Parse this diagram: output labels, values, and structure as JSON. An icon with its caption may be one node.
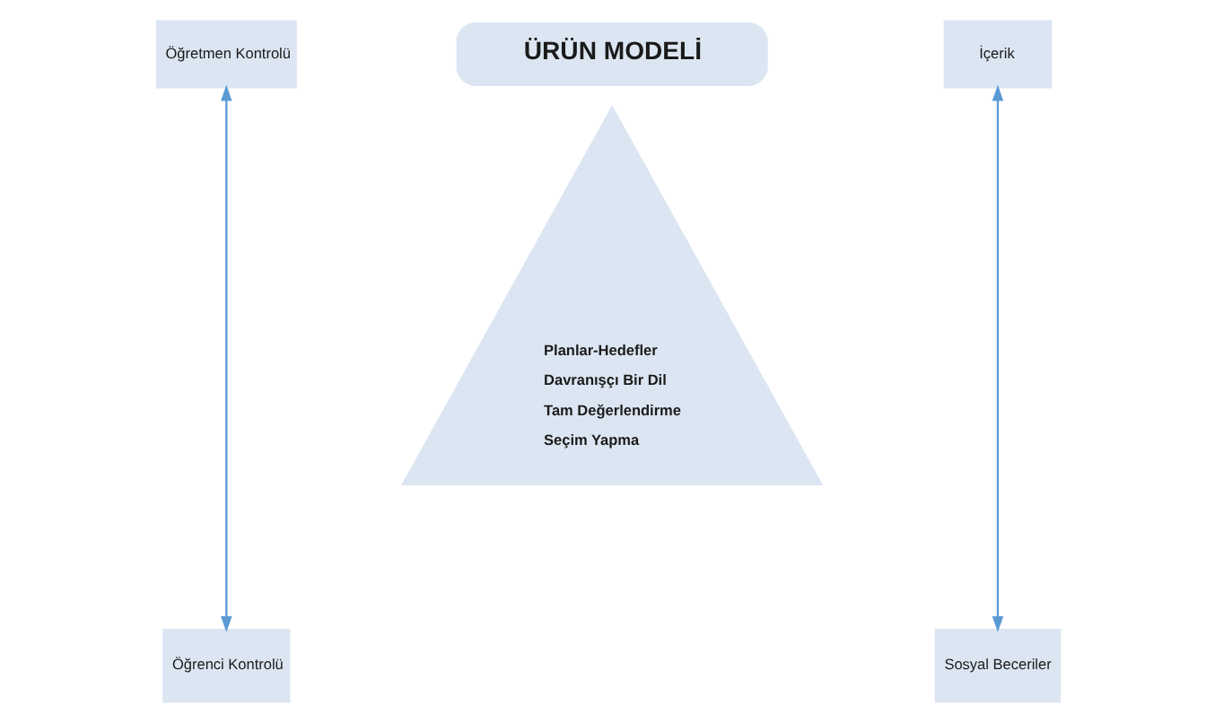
{
  "diagram": {
    "nodes": [
      {
        "text": [
          "Öğretmen Kontrolü"
        ]
      },
      {
        "text": [
          "ÜRÜN MODELİ"
        ]
      },
      {
        "text": [
          "İçerik"
        ]
      },
      {
        "text": [
          "Planlar-Hedefler",
          "Davranışçı Bir Dil",
          "Tam Değerlendirme",
          "Seçim Yapma"
        ]
      },
      {
        "text": [
          "Öğrenci Kontrolü"
        ]
      },
      {
        "text": [
          "Sosyal Beceriler"
        ]
      }
    ],
    "edges": [
      {
        "from": 0,
        "to": 4,
        "arrow": "both"
      },
      {
        "from": 2,
        "to": 5,
        "arrow": "both"
      }
    ]
  }
}
